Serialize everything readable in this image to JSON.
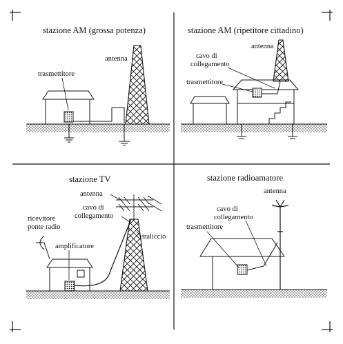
{
  "panels": {
    "am_high": {
      "title": "stazione AM (grossa potenza)",
      "antenna": "antenna",
      "transmitter": "trasmettitore"
    },
    "am_repeater": {
      "title": "stazione AM (ripetitore cittadino)",
      "antenna": "antenna",
      "cable_line1": "cavo di",
      "cable_line2": "collegamento",
      "transmitter": "trasmettitore"
    },
    "tv": {
      "title": "stazione TV",
      "antenna": "antenna",
      "cable_line1": "cavo di",
      "cable_line2": "collegamento",
      "receiver_line1": "ricevitore",
      "receiver_line2": "ponte radio",
      "amplifier": "amplificatore",
      "tower": "traliccio"
    },
    "ham": {
      "title": "stazione radioamatore",
      "antenna": "antenna",
      "cable_line1": "cavo di",
      "cable_line2": "collegamento",
      "transmitter": "trasmettitore"
    }
  }
}
